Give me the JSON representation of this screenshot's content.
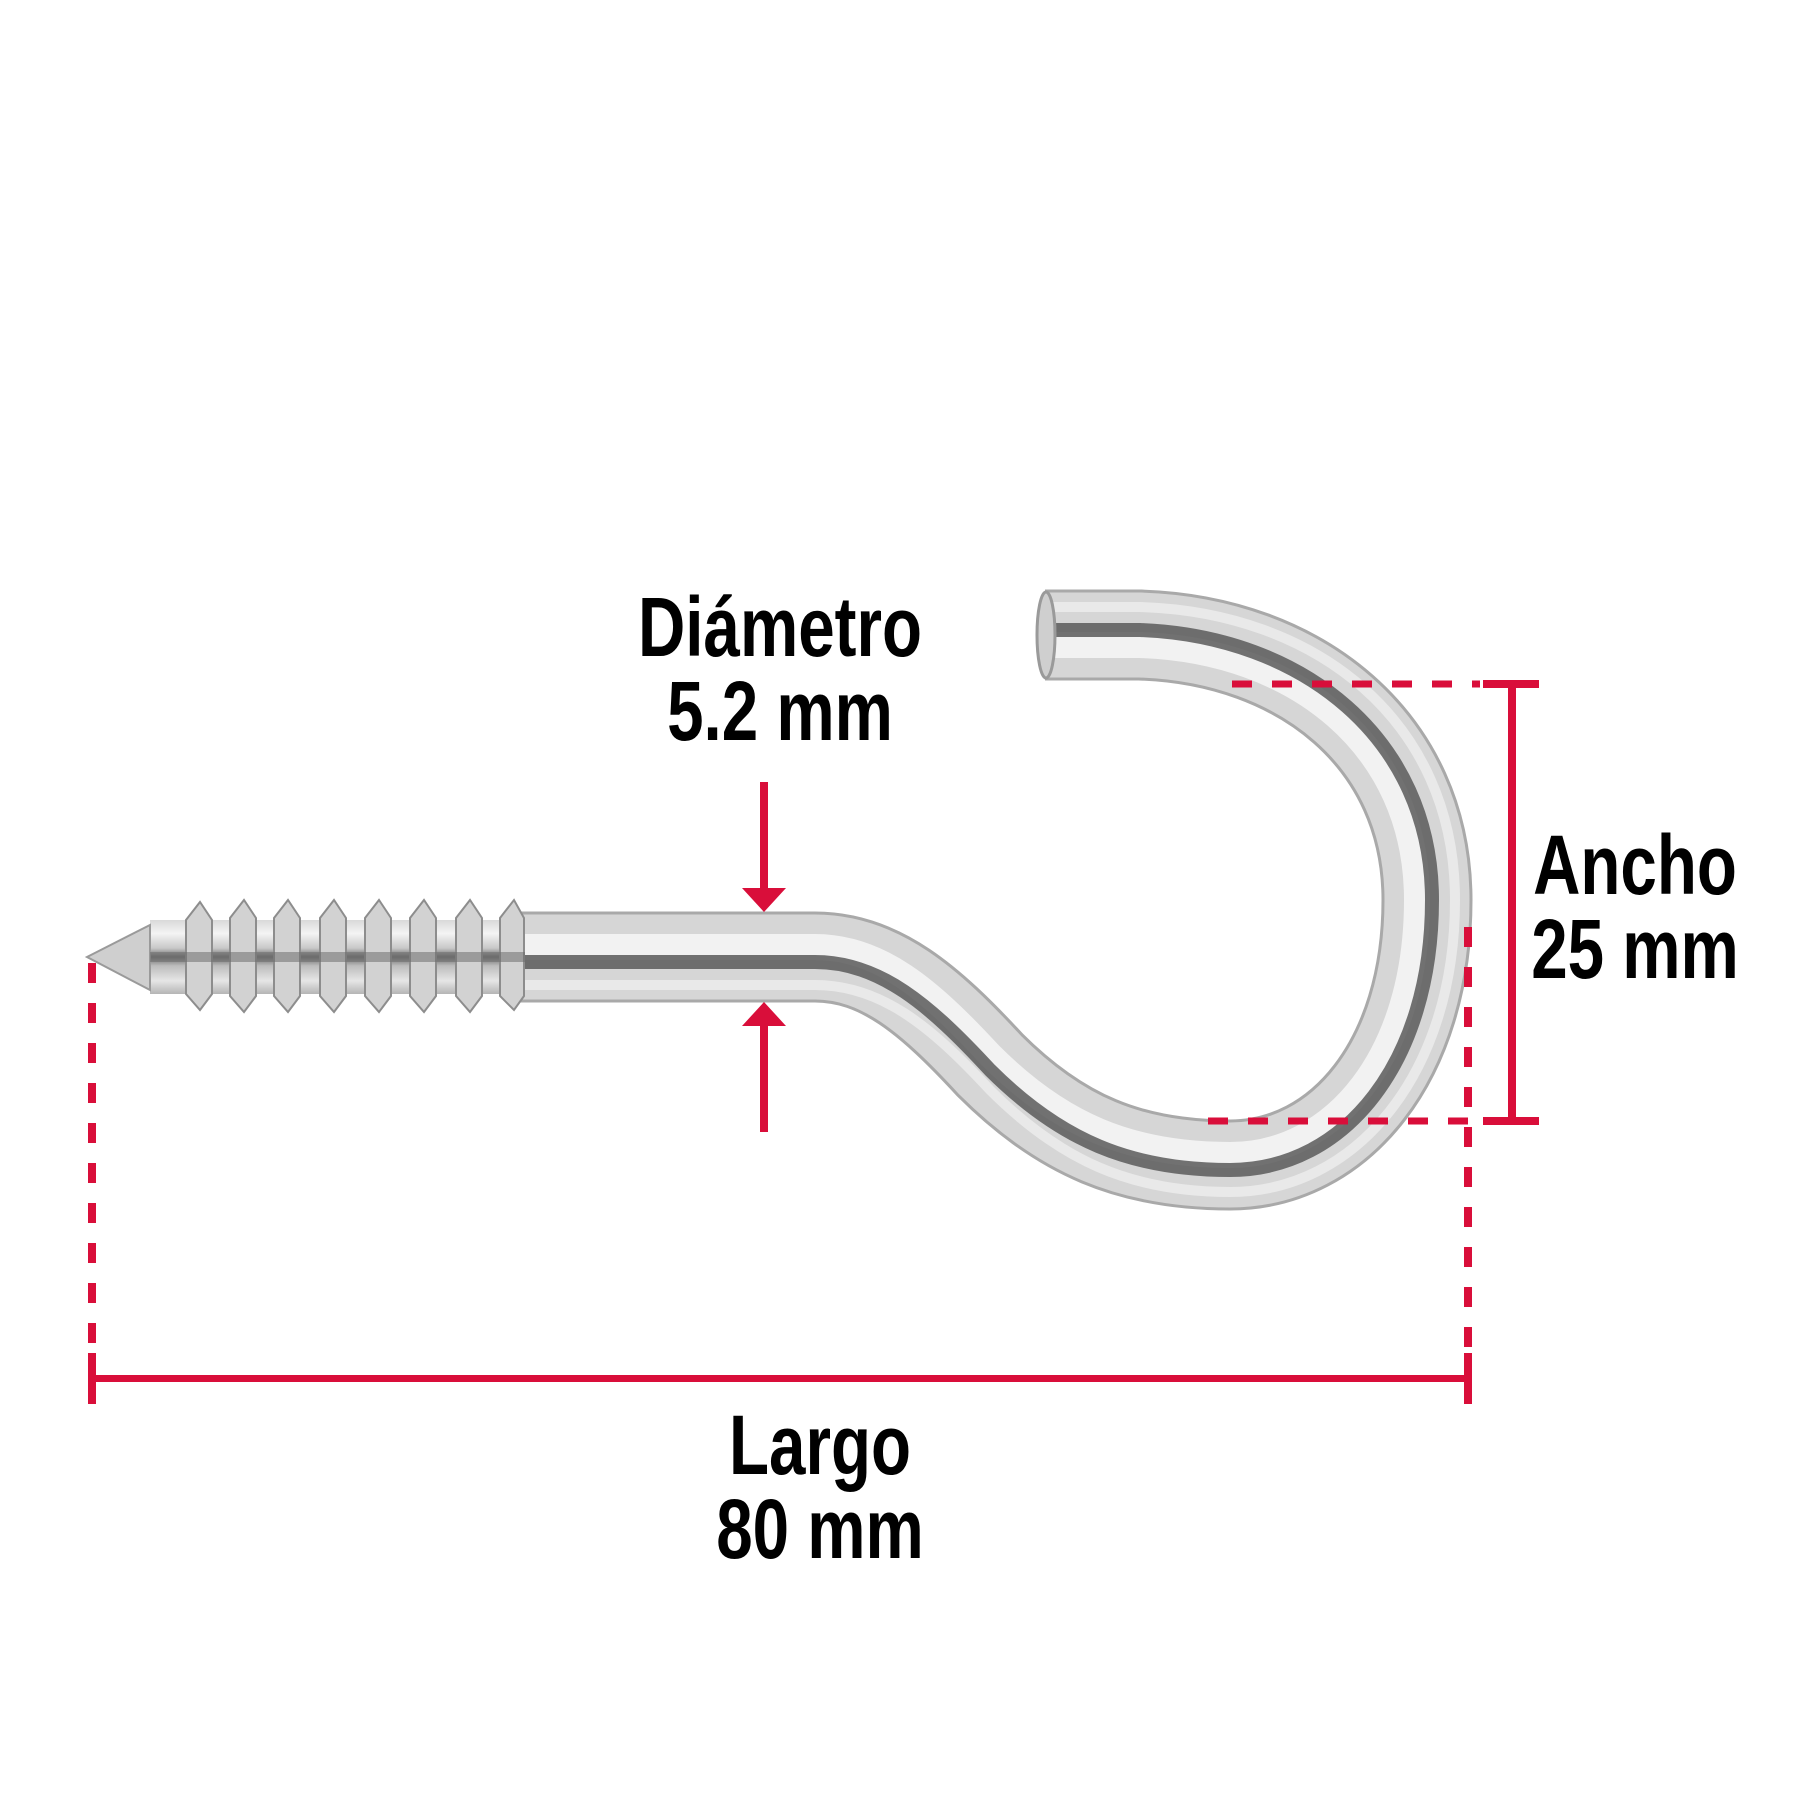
{
  "colors": {
    "dimension_red": "#D90E3A",
    "text": "#000000",
    "background": "#FFFFFF",
    "metal_light": "#E8E8E8",
    "metal_mid": "#BDBDBD",
    "metal_dark": "#5A5A5A"
  },
  "product": {
    "name": "screw hook",
    "icon": "screw-hook-image"
  },
  "dimensions": {
    "diameter": {
      "label": "Diámetro",
      "value": "5.2 mm"
    },
    "width": {
      "label": "Ancho",
      "value": "25 mm"
    },
    "length": {
      "label": "Largo",
      "value": "80 mm"
    }
  }
}
